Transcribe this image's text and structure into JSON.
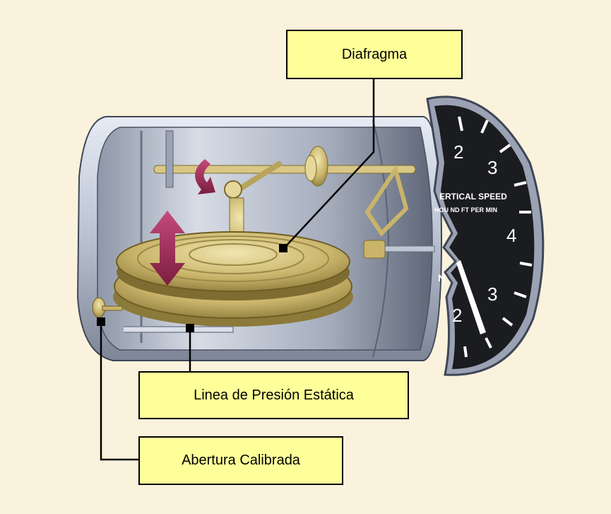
{
  "labels": {
    "diafragma": "Diafragma",
    "linea_presion": "Linea de Presión Estática",
    "abertura": "Abertura Calibrada"
  },
  "dial": {
    "title": "ERTICAL SPEED",
    "subtitle": "HOU  ND FT PER MIN",
    "numbers": [
      "2",
      "3",
      "4",
      "3",
      "2"
    ],
    "side_letter": "N"
  },
  "colors": {
    "background": "#FAF2DC",
    "label_fill": "#FFFF99",
    "gold": "#C9B46A",
    "arrow": "#9C2A52"
  }
}
